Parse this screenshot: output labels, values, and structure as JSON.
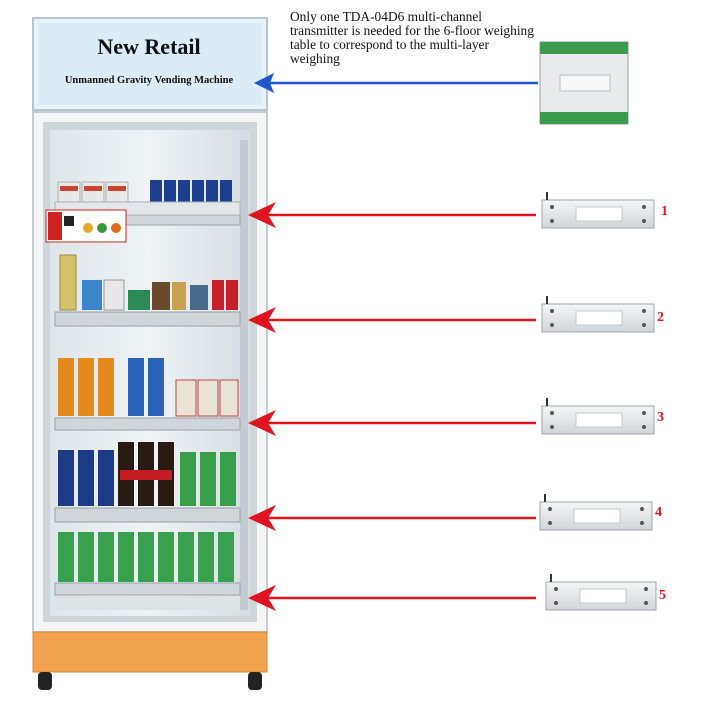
{
  "header": {
    "title": "New Retail",
    "subtitle": "Unmanned Gravity Vending Machine"
  },
  "transmitter_note": "Only one TDA-04D6 multi-channel transmitter is needed for the 6-floor weighing table to correspond to the multi-layer weighing",
  "load_cells": [
    {
      "label": "1"
    },
    {
      "label": "2"
    },
    {
      "label": "3"
    },
    {
      "label": "4"
    },
    {
      "label": "5"
    }
  ],
  "colors": {
    "arrow_red": "#e0141e",
    "arrow_blue": "#1f56c9",
    "cabinet_base": "#f0a24e",
    "header_panel": "#dcecf7"
  },
  "icons": [
    "transmitter-module-image",
    "load-cell-image",
    "vending-machine-image"
  ]
}
